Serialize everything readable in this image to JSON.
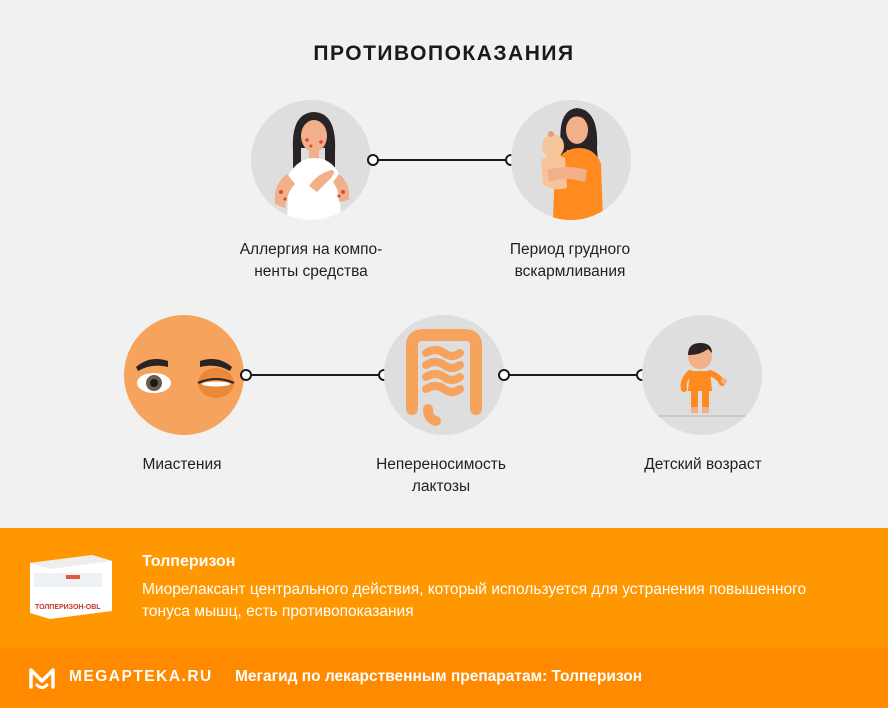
{
  "title": "ПРОТИВОПОКАЗАНИЯ",
  "contraindications": [
    {
      "label": "Аллергия на компо-\nненты средства",
      "icon": "allergy-woman-icon"
    },
    {
      "label": "Период грудного\nвскармливания",
      "icon": "breastfeeding-mother-icon"
    },
    {
      "label": "Миастения",
      "icon": "eyes-ptosis-icon"
    },
    {
      "label": "Непереносимость\nлактозы",
      "icon": "intestine-icon"
    },
    {
      "label": "Детский возраст",
      "icon": "child-icon"
    }
  ],
  "drug": {
    "name": "Толперизон",
    "description": "Миорелаксант центрального действия, который используется для устранения повышенного тонуса мышц, есть противопоказания",
    "package_label": "ТОЛПЕРИЗОН-OBL"
  },
  "footer": {
    "logo_text": "MEGAPTEKA.RU",
    "text": "Мегагид по лекарственным препаратам: Толперизон"
  },
  "colors": {
    "accent_orange": "#ff9800",
    "footer_orange": "#ff8a00",
    "background": "#f1f1f1",
    "circle_bg": "#dedede"
  }
}
